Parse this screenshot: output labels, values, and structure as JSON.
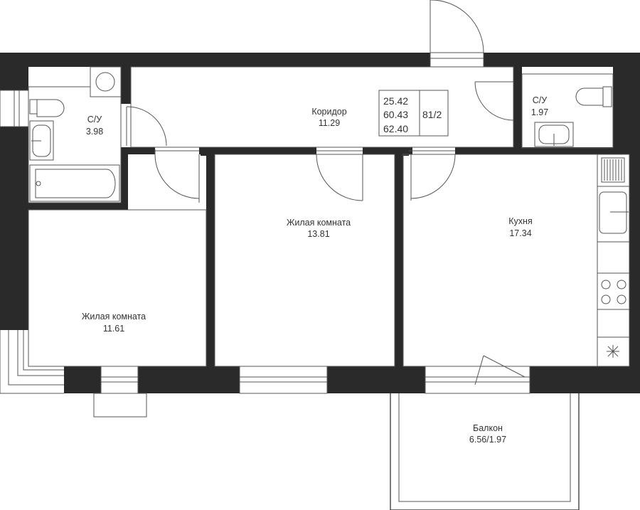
{
  "summary": {
    "living_area": "25.42",
    "total_area": "60.43",
    "total_area_with_balcony": "62.40",
    "apartment_code": "81/2"
  },
  "rooms": {
    "bathroom_left": {
      "name": "С/У",
      "area": "3.98"
    },
    "corridor": {
      "name": "Коридор",
      "area": "11.29"
    },
    "bathroom_right": {
      "name": "С/У",
      "area": "1.97"
    },
    "bedroom_left": {
      "name": "Жилая комната",
      "area": "11.61"
    },
    "bedroom_middle": {
      "name": "Жилая комната",
      "area": "13.81"
    },
    "kitchen": {
      "name": "Кухня",
      "area": "17.34"
    },
    "balcony": {
      "name": "Балкон",
      "area": "6.56/1.97"
    }
  },
  "colors": {
    "wall": "#2a2a2a",
    "line": "#555555",
    "text": "#333333"
  }
}
